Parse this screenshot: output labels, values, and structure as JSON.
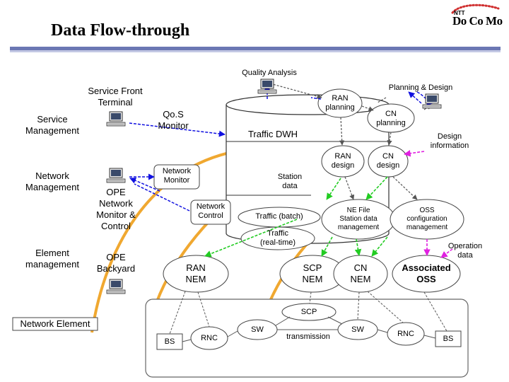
{
  "header": {
    "title": "Data Flow-through",
    "logo_ntt": "NTT",
    "logo_main": "Do Co Mo"
  },
  "layers": {
    "service_management": "Service\nManagement",
    "network_management": "Network\nManagement",
    "element_management": "Element\nmanagement",
    "network_element": "Network Element"
  },
  "labels": {
    "quality_analysis": "Quality Analysis",
    "planning_design": "Planning & Design",
    "service_front_terminal": "Service Front\nTerminal",
    "qos_monitor": "Qo.S\nMonitor",
    "traffic_dwh": "Traffic DWH",
    "network_monitor": "Network\nMonitor",
    "ope_network_monitor": "OPE\nNetwork\nMonitor &\nControl",
    "network_control": "Network\nControl",
    "station_data": "Station\ndata",
    "traffic_batch": "Traffic (batch)",
    "traffic_realtime": "Traffic\n(real-time)",
    "ope_backyard": "OPE\nBackyard",
    "design_information": "Design\ninformation",
    "operation_data": "Operation\ndata"
  },
  "nodes": {
    "ran_planning": "RAN\nplanning",
    "cn_planning": "CN\nplanning",
    "ran_design": "RAN\ndesign",
    "cn_design": "CN\ndesign",
    "ne_file": "NE File\nStation data\nmanagement",
    "oss_config": "OSS\nconfiguration\nmanagement",
    "ran_nem": "RAN\nNEM",
    "scp_nem": "SCP\nNEM",
    "cn_nem": "CN\nNEM",
    "associated_oss": "Associated\nOSS"
  },
  "elements": {
    "scp": "SCP",
    "bs_left": "BS",
    "rnc_left": "RNC",
    "sw_left": "SW",
    "transmission": "transmission",
    "sw_right": "SW",
    "rnc_right": "RNC",
    "bs_right": "BS"
  },
  "colors": {
    "accent_orange": "#f0a830",
    "arrow_blue": "#1010e0",
    "arrow_green": "#22cc22",
    "arrow_magenta": "#e020e0",
    "node_fill": "#ffffff"
  },
  "icons": [
    "computer-terminal-icon"
  ]
}
